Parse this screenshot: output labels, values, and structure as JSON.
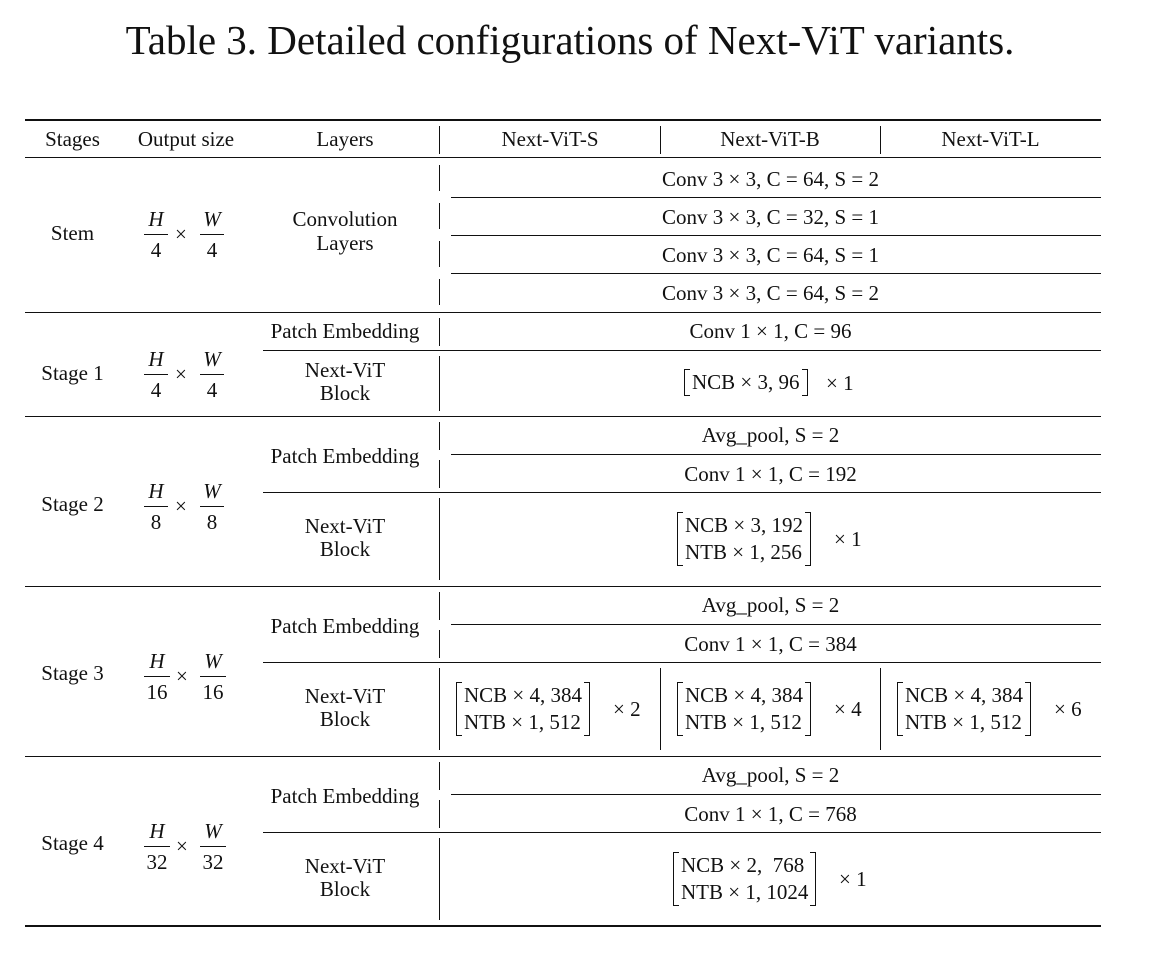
{
  "caption": "Table 3. Detailed configurations of Next-ViT variants.",
  "header": {
    "stages": "Stages",
    "output_size": "Output size",
    "layers": "Layers",
    "variant_s": "Next-ViT-S",
    "variant_b": "Next-ViT-B",
    "variant_l": "Next-ViT-L"
  },
  "math": {
    "H": "H",
    "W": "W",
    "times": "×"
  },
  "stem": {
    "name": "Stem",
    "den_h": "4",
    "den_w": "4",
    "layer_line1": "Convolution",
    "layer_line2": "Layers",
    "conv_rows": [
      "Conv 3 × 3, C = 64, S = 2",
      "Conv 3 × 3, C = 32, S = 1",
      "Conv 3 × 3, C = 64, S = 1",
      "Conv 3 × 3, C = 64, S = 2"
    ]
  },
  "stage1": {
    "name": "Stage 1",
    "den_h": "4",
    "den_w": "4",
    "patch_label": "Patch Embedding",
    "patch_rows": [
      "Conv 1 × 1, C = 96"
    ],
    "block_line1": "Next-ViT",
    "block_line2": "Block",
    "block_rows": [
      "NCB × 3, 96"
    ],
    "block_repeat": "× 1"
  },
  "stage2": {
    "name": "Stage 2",
    "den_h": "8",
    "den_w": "8",
    "patch_label": "Patch Embedding",
    "patch_rows": [
      "Avg_pool, S = 2",
      "Conv 1 × 1, C = 192"
    ],
    "block_line1": "Next-ViT",
    "block_line2": "Block",
    "block_rows": [
      "NCB × 3, 192",
      "NTB × 1, 256"
    ],
    "block_repeat": "× 1"
  },
  "stage3": {
    "name": "Stage 3",
    "den_h": "16",
    "den_w": "16",
    "patch_label": "Patch Embedding",
    "patch_rows": [
      "Avg_pool, S = 2",
      "Conv 1 × 1, C = 384"
    ],
    "block_line1": "Next-ViT",
    "block_line2": "Block",
    "block_s_rows": [
      "NCB × 4, 384",
      "NTB × 1, 512"
    ],
    "block_s_repeat": "× 2",
    "block_b_rows": [
      "NCB × 4, 384",
      "NTB × 1, 512"
    ],
    "block_b_repeat": "× 4",
    "block_l_rows": [
      "NCB × 4, 384",
      "NTB × 1, 512"
    ],
    "block_l_repeat": "× 6"
  },
  "stage4": {
    "name": "Stage 4",
    "den_h": "32",
    "den_w": "32",
    "patch_label": "Patch Embedding",
    "patch_rows": [
      "Avg_pool, S = 2",
      "Conv 1 × 1, C = 768"
    ],
    "block_line1": "Next-ViT",
    "block_line2": "Block",
    "block_rows": [
      "NCB × 2,  768",
      "NTB × 1, 1024"
    ],
    "block_repeat": "× 1"
  }
}
